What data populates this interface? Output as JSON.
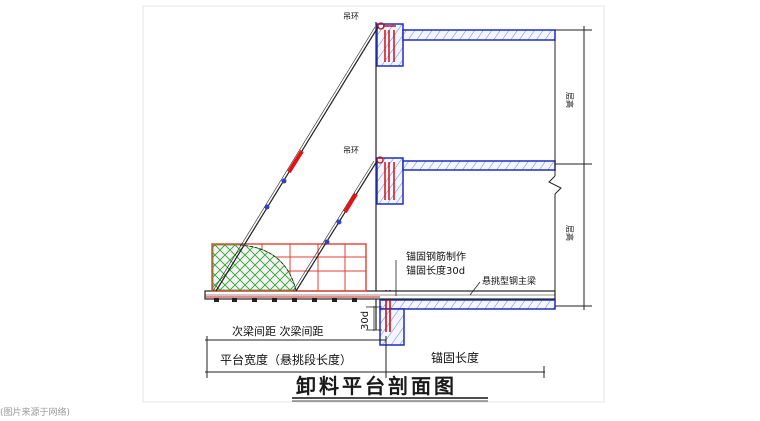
{
  "diagram": {
    "title": "卸料平台剖面图",
    "labels": {
      "ring_top": "吊环",
      "ring_mid": "吊环",
      "anchor_make": "锚固钢筋制作",
      "anchor_length_30d": "锚固长度30d",
      "cantilever_beam": "悬挑型钢主梁",
      "secondary_spacing": "次梁间距 次梁间距",
      "dim_30d": "30d",
      "platform_width": "平台宽度（悬挑段长度）",
      "anchor_length": "锚固长度",
      "floor_height_top": "层高",
      "floor_height_bottom": "层高"
    },
    "colors": {
      "line": "#222222",
      "slab_outline": "#1f2fbf",
      "rebar": "#d01010",
      "railing": "#e04030",
      "mesh": "#2aa02a",
      "turnbuckle": "#e81010"
    }
  },
  "caption": "(图片来源于网络)"
}
